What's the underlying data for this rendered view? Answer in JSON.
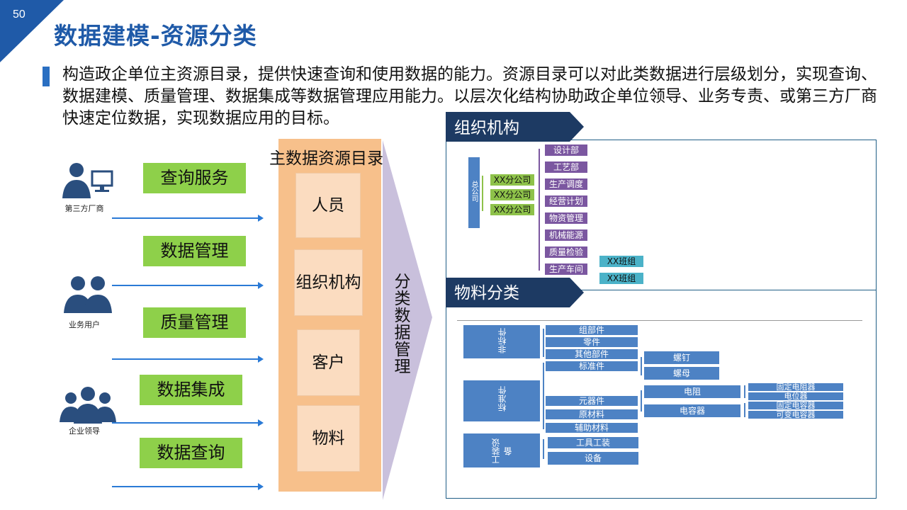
{
  "page_number": "50",
  "title": "数据建模-资源分类",
  "description": "构造政企单位主资源目录，提供快速查询和使用数据的能力。资源目录可以对此类数据进行层级划分，实现查询、 数据建模、质量管理、数据集成等数据管理应用能力。以层次化结构协助政企单位领导、业务专责、或第三方厂商快速定位数据，实现数据应用的目标。",
  "users": [
    {
      "icon": "third-party-vendor-icon",
      "label": "第三方厂商"
    },
    {
      "icon": "business-user-icon",
      "label": "业务用户"
    },
    {
      "icon": "enterprise-leader-icon",
      "label": "企业领导"
    }
  ],
  "services": [
    "查询服务",
    "数据管理",
    "质量管理",
    "数据集成",
    "数据查询"
  ],
  "catalog": {
    "title": "主数据资源目录",
    "items": [
      "人员",
      "组织机构",
      "客户",
      "物料"
    ],
    "side_label": "分类数据管理"
  },
  "org_panel": {
    "banner": "组织机构",
    "root": "总公司",
    "subsidiaries": [
      "XX分公司",
      "XX分公司",
      "XX分公司"
    ],
    "departments": [
      "设计部",
      "工艺部",
      "生产调度",
      "经营计划",
      "物资管理",
      "机械能源",
      "质量检验",
      "生产车间"
    ],
    "teams": [
      "XX班组",
      "XX班组"
    ]
  },
  "material_panel": {
    "banner": "物料分类",
    "groups": [
      "非标件",
      "标准件",
      "工装设备"
    ],
    "nonstandard_items": [
      "组部件",
      "零件",
      "其他部件"
    ],
    "standard_items": [
      "标准件",
      "元器件",
      "原材料",
      "辅助材料"
    ],
    "fasteners": [
      "螺钉",
      "螺母"
    ],
    "components": [
      "电阻",
      "电容器"
    ],
    "resistor_types": [
      "固定电阻器",
      "电位器"
    ],
    "capacitor_types": [
      "固定电容器",
      "可变电容器"
    ],
    "tooling_items": [
      "工具工装",
      "设备"
    ]
  },
  "colors": {
    "title_blue": "#1f5aa8",
    "corner_blue": "#1f5aa8",
    "service_green": "#8ed04a",
    "catalog_orange": "#f7c08b",
    "banner_navy": "#1d3a63",
    "org_purple": "#7b57a0",
    "material_blue": "#4d82c4"
  }
}
